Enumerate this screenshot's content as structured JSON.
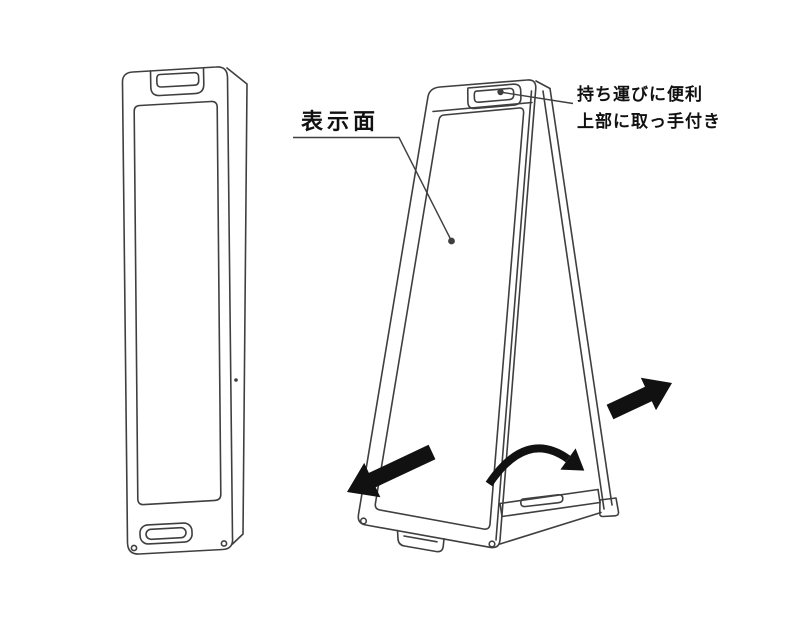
{
  "colors": {
    "background": "#ffffff",
    "line_color": "#3f3f3f",
    "arrow_color": "#111111"
  },
  "labels": {
    "display_surface": "表示面",
    "handle_note_line1": "持ち運びに便利",
    "handle_note_line2": "上部に取っ手付き"
  },
  "icons": {
    "left_figure": "folded-sign-panel-drawing",
    "right_figure": "open-a-frame-sign-drawing",
    "arrow_left": "thick-arrow-down-left",
    "arrow_right": "thick-arrow-up-right",
    "arrow_curved": "curved-fold-arrow"
  }
}
